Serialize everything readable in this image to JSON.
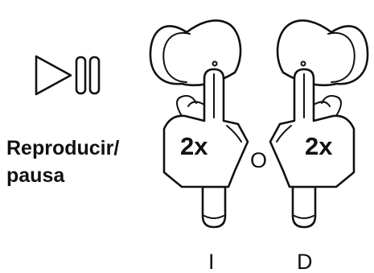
{
  "icons": {
    "play_pause": "play-pause-icon",
    "earbud": "earbud-icon",
    "hand": "pointing-hand-icon"
  },
  "action_label": {
    "line1": "Reproducir/",
    "line2": "pausa"
  },
  "left_gesture": {
    "taps": "2x",
    "side": "I"
  },
  "separator": "O",
  "right_gesture": {
    "taps": "2x",
    "side": "D"
  },
  "colors": {
    "ink": "#111111",
    "background": "#ffffff"
  }
}
